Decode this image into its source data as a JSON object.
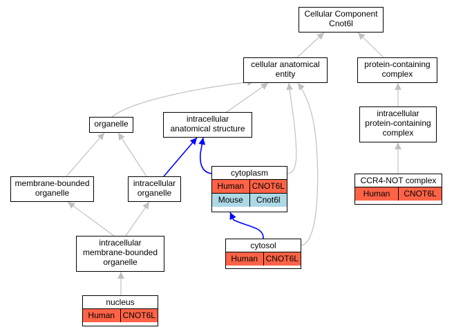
{
  "diagram": {
    "nodes": [
      {
        "id": "cellular-component",
        "lines": [
          "Cellular Component",
          "Cnot6l"
        ]
      },
      {
        "id": "cellular-anatomical-entity",
        "lines": [
          "cellular anatomical",
          "entity"
        ]
      },
      {
        "id": "protein-containing-complex",
        "lines": [
          "protein-containing",
          "complex"
        ]
      },
      {
        "id": "organelle",
        "lines": [
          "organelle"
        ]
      },
      {
        "id": "intracellular-anatomical-structure",
        "lines": [
          "intracellular",
          "anatomical structure"
        ]
      },
      {
        "id": "intracellular-protein-containing-complex",
        "lines": [
          "intracellular",
          "protein-containing",
          "complex"
        ]
      },
      {
        "id": "membrane-bounded-organelle",
        "lines": [
          "membrane-bounded",
          "organelle"
        ]
      },
      {
        "id": "intracellular-organelle",
        "lines": [
          "intracellular",
          "organelle"
        ]
      },
      {
        "id": "cytoplasm",
        "lines": [
          "cytoplasm"
        ],
        "orthologs": [
          {
            "species": "Human",
            "gene": "CNOT6L",
            "kind": "human"
          },
          {
            "species": "Mouse",
            "gene": "Cnot6l",
            "kind": "mouse"
          }
        ]
      },
      {
        "id": "ccr4-not-complex",
        "lines": [
          "CCR4-NOT complex"
        ],
        "orthologs": [
          {
            "species": "Human",
            "gene": "CNOT6L",
            "kind": "human"
          }
        ]
      },
      {
        "id": "intracellular-membrane-bounded-organelle",
        "lines": [
          "intracellular",
          "membrane-bounded",
          "organelle"
        ]
      },
      {
        "id": "cytosol",
        "lines": [
          "cytosol"
        ],
        "orthologs": [
          {
            "species": "Human",
            "gene": "CNOT6L",
            "kind": "human"
          }
        ]
      },
      {
        "id": "nucleus",
        "lines": [
          "nucleus"
        ],
        "orthologs": [
          {
            "species": "Human",
            "gene": "CNOT6L",
            "kind": "human"
          }
        ]
      }
    ],
    "edges": [
      {
        "from": "cellular-anatomical-entity",
        "to": "cellular-component",
        "kind": "is_a"
      },
      {
        "from": "protein-containing-complex",
        "to": "cellular-component",
        "kind": "is_a"
      },
      {
        "from": "organelle",
        "to": "cellular-anatomical-entity",
        "kind": "is_a"
      },
      {
        "from": "intracellular-anatomical-structure",
        "to": "cellular-anatomical-entity",
        "kind": "is_a"
      },
      {
        "from": "cytoplasm",
        "to": "cellular-anatomical-entity",
        "kind": "is_a"
      },
      {
        "from": "cytosol",
        "to": "cellular-anatomical-entity",
        "kind": "is_a"
      },
      {
        "from": "intracellular-protein-containing-complex",
        "to": "protein-containing-complex",
        "kind": "is_a"
      },
      {
        "from": "ccr4-not-complex",
        "to": "intracellular-protein-containing-complex",
        "kind": "is_a"
      },
      {
        "from": "membrane-bounded-organelle",
        "to": "organelle",
        "kind": "is_a"
      },
      {
        "from": "intracellular-organelle",
        "to": "organelle",
        "kind": "is_a"
      },
      {
        "from": "intracellular-organelle",
        "to": "intracellular-anatomical-structure",
        "kind": "part_of"
      },
      {
        "from": "cytoplasm",
        "to": "intracellular-anatomical-structure",
        "kind": "part_of"
      },
      {
        "from": "intracellular-membrane-bounded-organelle",
        "to": "membrane-bounded-organelle",
        "kind": "is_a"
      },
      {
        "from": "intracellular-membrane-bounded-organelle",
        "to": "intracellular-organelle",
        "kind": "is_a"
      },
      {
        "from": "cytosol",
        "to": "cytoplasm",
        "kind": "part_of"
      },
      {
        "from": "nucleus",
        "to": "intracellular-membrane-bounded-organelle",
        "kind": "is_a"
      }
    ],
    "colors": {
      "is_a": "#c0c0c0",
      "part_of": "#0000ff",
      "human": "#ff6347",
      "mouse": "#add8e6"
    }
  }
}
